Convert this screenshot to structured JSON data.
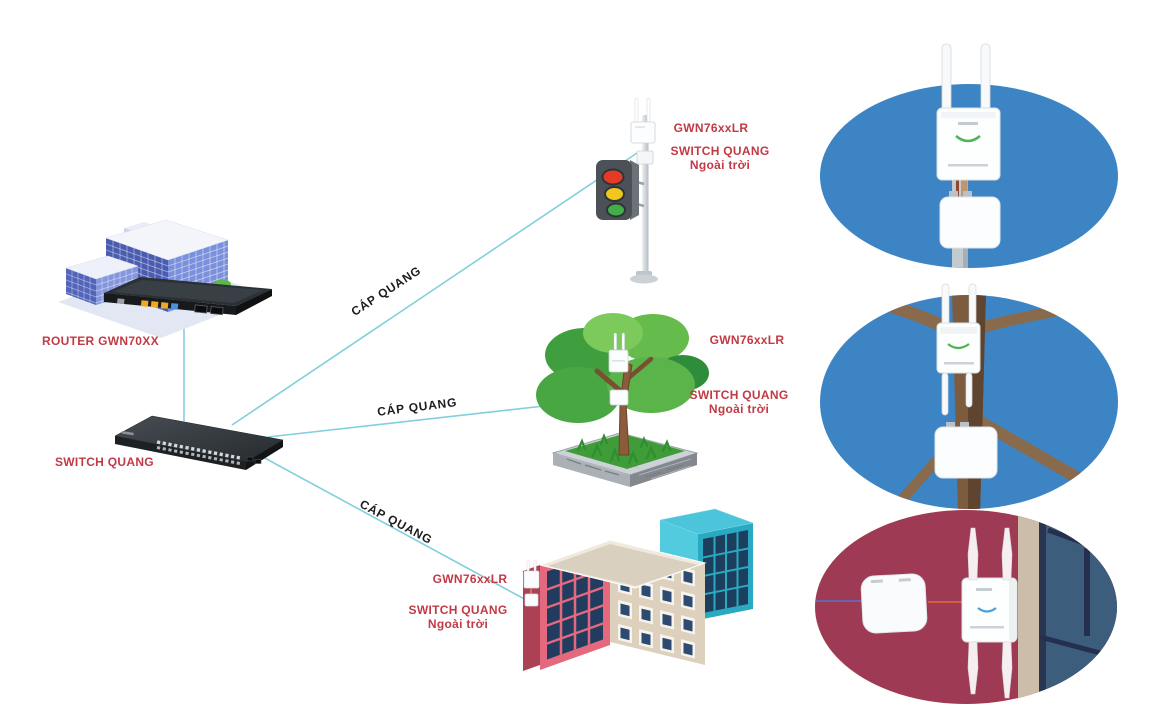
{
  "core": {
    "router_label": "ROUTER GWN70XX",
    "switch_label": "SWITCH QUANG"
  },
  "cable_labels": [
    "CÁP QUANG",
    "CÁP QUANG",
    "CÁP QUANG"
  ],
  "sites": [
    {
      "location": "traffic-light-pole",
      "device_label": "GWN76xxLR",
      "switch_label_line1": "SWITCH QUANG",
      "switch_label_line2": "Ngoài trời"
    },
    {
      "location": "tree",
      "device_label": "GWN76xxLR",
      "switch_label_line1": "SWITCH QUANG",
      "switch_label_line2": "Ngoài trời"
    },
    {
      "location": "office-building",
      "device_label": "GWN76xxLR",
      "switch_label_line1": "SWITCH QUANG",
      "switch_label_line2": "Ngoài trời"
    }
  ],
  "colors": {
    "label_red": "#c13a44",
    "cable_label_black": "#1d1d1f",
    "fiber_line_cyan": "#82cfdd",
    "detail_circle_blue": "#3d84c4",
    "detail_circle_maroon": "#9e3a53"
  }
}
